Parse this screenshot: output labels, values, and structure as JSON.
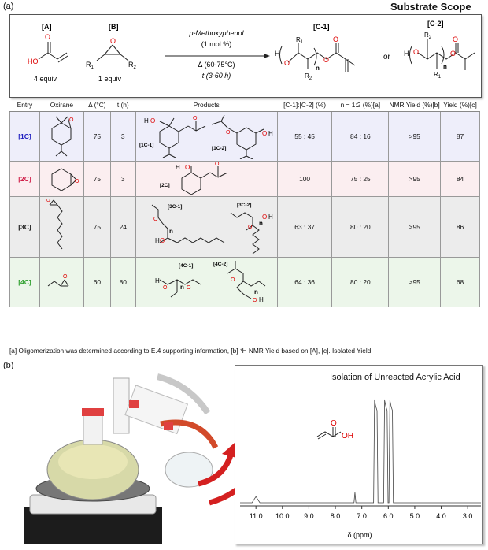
{
  "panel_a": "(a)",
  "title": "Substrate Scope",
  "scheme": {
    "reactant_a_label": "[A]",
    "reactant_a_equiv": "4 equiv",
    "reactant_b_label": "[B]",
    "reactant_b_equiv": "1 equiv",
    "catalyst": "p-Methoxyphenol",
    "catalyst_loading": "(1 mol %)",
    "temperature": "Δ (60-75°C)",
    "time": "t (3-60 h)",
    "product_c1_label": "[C-1]",
    "product_c2_label": "[C-2]",
    "or": "or"
  },
  "table": {
    "headers": [
      "Entry",
      "Oxirane",
      "Δ (°C)",
      "t (h)",
      "Products",
      "[C-1]:[C-2] (%)",
      "n = 1:2 (%)[a]",
      "NMR Yield (%)[b]",
      "Yield (%)[c]"
    ],
    "rows": [
      {
        "entry": "[1C]",
        "color": "#2020c0",
        "temp": "75",
        "time": "3",
        "ratio": "55 : 45",
        "n_ratio": "84 : 16",
        "nmr_yield": ">95",
        "yield": "87",
        "labels": [
          "[1C-1]",
          "[1C-2]"
        ]
      },
      {
        "entry": "[2C]",
        "color": "#d0204a",
        "temp": "75",
        "time": "3",
        "ratio": "100",
        "n_ratio": "75 : 25",
        "nmr_yield": ">95",
        "yield": "84",
        "labels": [
          "[2C]"
        ]
      },
      {
        "entry": "[3C]",
        "color": "#222222",
        "temp": "75",
        "time": "24",
        "ratio": "63 : 37",
        "n_ratio": "80 : 20",
        "nmr_yield": ">95",
        "yield": "86",
        "labels": [
          "[3C-1]",
          "[3C-2]"
        ]
      },
      {
        "entry": "[4C]",
        "color": "#30a030",
        "temp": "60",
        "time": "80",
        "ratio": "64 : 36",
        "n_ratio": "80 : 20",
        "nmr_yield": ">95",
        "yield": "68",
        "labels": [
          "[4C-1]",
          "[4C-2]"
        ]
      }
    ]
  },
  "footnote": "[a] Oligomerization was determined according to E.4 supporting information, [b] ¹H NMR Yield based on [A], [c]. Isolated Yield",
  "panel_b": "(b)",
  "nmr": {
    "title": "Isolation of Unreacted Acrylic Acid",
    "xlabel": "δ (ppm)",
    "ticks": [
      "11.0",
      "10.0",
      "9.0",
      "8.0",
      "7.0",
      "6.0",
      "5.0",
      "4.0",
      "3.0"
    ],
    "molecule_label": "OH",
    "molecule_o": "O"
  },
  "chart_data": {
    "type": "line",
    "title": "Isolation of Unreacted Acrylic Acid",
    "xlabel": "δ (ppm)",
    "ylabel": "",
    "xlim": [
      11.6,
      2.5
    ],
    "peaks_ppm": [
      11.0,
      7.26,
      6.52,
      6.14,
      5.94
    ],
    "peak_relative_heights": [
      0.06,
      0.1,
      1.0,
      1.0,
      1.0
    ]
  }
}
